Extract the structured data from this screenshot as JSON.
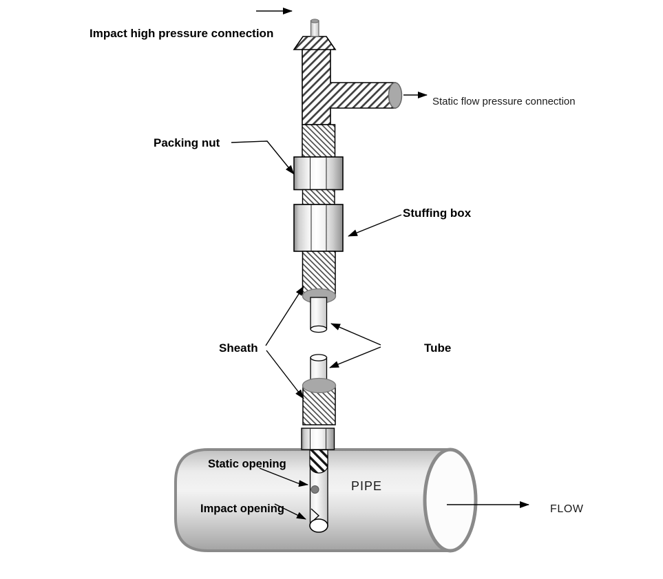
{
  "diagram": {
    "labels": {
      "impact_high_pressure_connection": "Impact high pressure connection",
      "static_flow_pressure_connection": "Static flow pressure connection",
      "packing_nut": "Packing nut",
      "stuffing_box": "Stuffing box",
      "sheath": "Sheath",
      "tube": "Tube",
      "static_opening": "Static opening",
      "impact_opening": "Impact opening",
      "pipe": "PIPE",
      "flow": "FLOW"
    },
    "arrows": [
      "impact-connection-direction-arrow",
      "static-flow-connection-arrow",
      "packing-nut-leader-arrow",
      "stuffing-box-leader-arrow",
      "sheath-upper-leader-arrow",
      "sheath-lower-leader-arrow",
      "tube-upper-leader-arrow",
      "tube-lower-leader-arrow",
      "static-opening-leader-arrow",
      "impact-opening-leader-arrow",
      "flow-direction-arrow"
    ],
    "colors": {
      "background": "#ffffff",
      "outline": "#000000",
      "pipe_border": "#8a8a8a",
      "collar_gray": "#a8a8a8",
      "static_opening_dot": "#7d7d7d",
      "branch_cap_gray": "#a9a9a9",
      "metal_edge": "#8f8f8f",
      "metal_highlight": "#ffffff"
    }
  }
}
